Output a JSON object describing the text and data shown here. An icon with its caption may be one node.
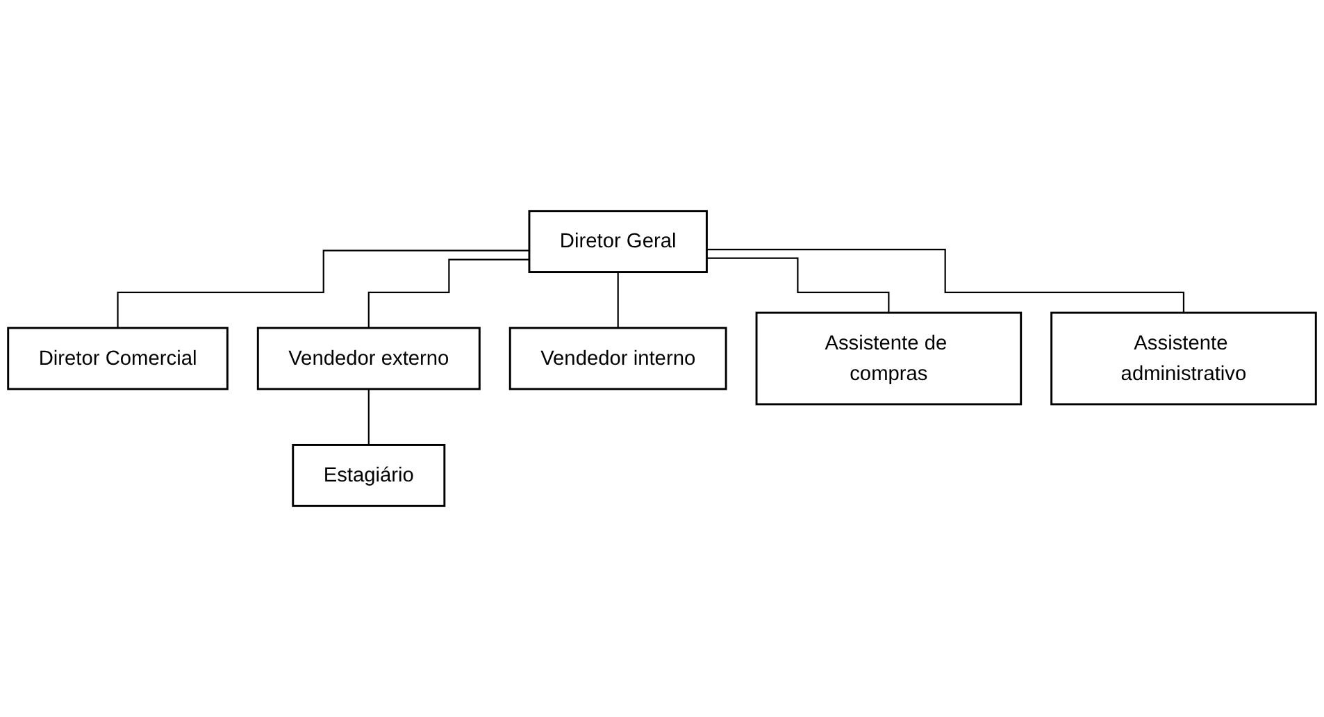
{
  "diagram": {
    "nodes": [
      {
        "text": [
          "Diretor Geral"
        ]
      },
      {
        "text": [
          "Diretor Comercial"
        ]
      },
      {
        "text": [
          "Vendedor externo"
        ]
      },
      {
        "text": [
          "Vendedor interno"
        ]
      },
      {
        "text": [
          "Assistente de compras"
        ]
      },
      {
        "text": [
          "Assistente administrativo"
        ]
      },
      {
        "text": [
          "Estagiário"
        ]
      }
    ],
    "edges": [
      {
        "from": 0,
        "to": 1,
        "arrow": "none"
      },
      {
        "from": 0,
        "to": 2,
        "arrow": "none"
      },
      {
        "from": 0,
        "to": 3,
        "arrow": "none"
      },
      {
        "from": 0,
        "to": 4,
        "arrow": "none"
      },
      {
        "from": 0,
        "to": 5,
        "arrow": "none"
      },
      {
        "from": 2,
        "to": 6,
        "arrow": "none"
      }
    ]
  }
}
